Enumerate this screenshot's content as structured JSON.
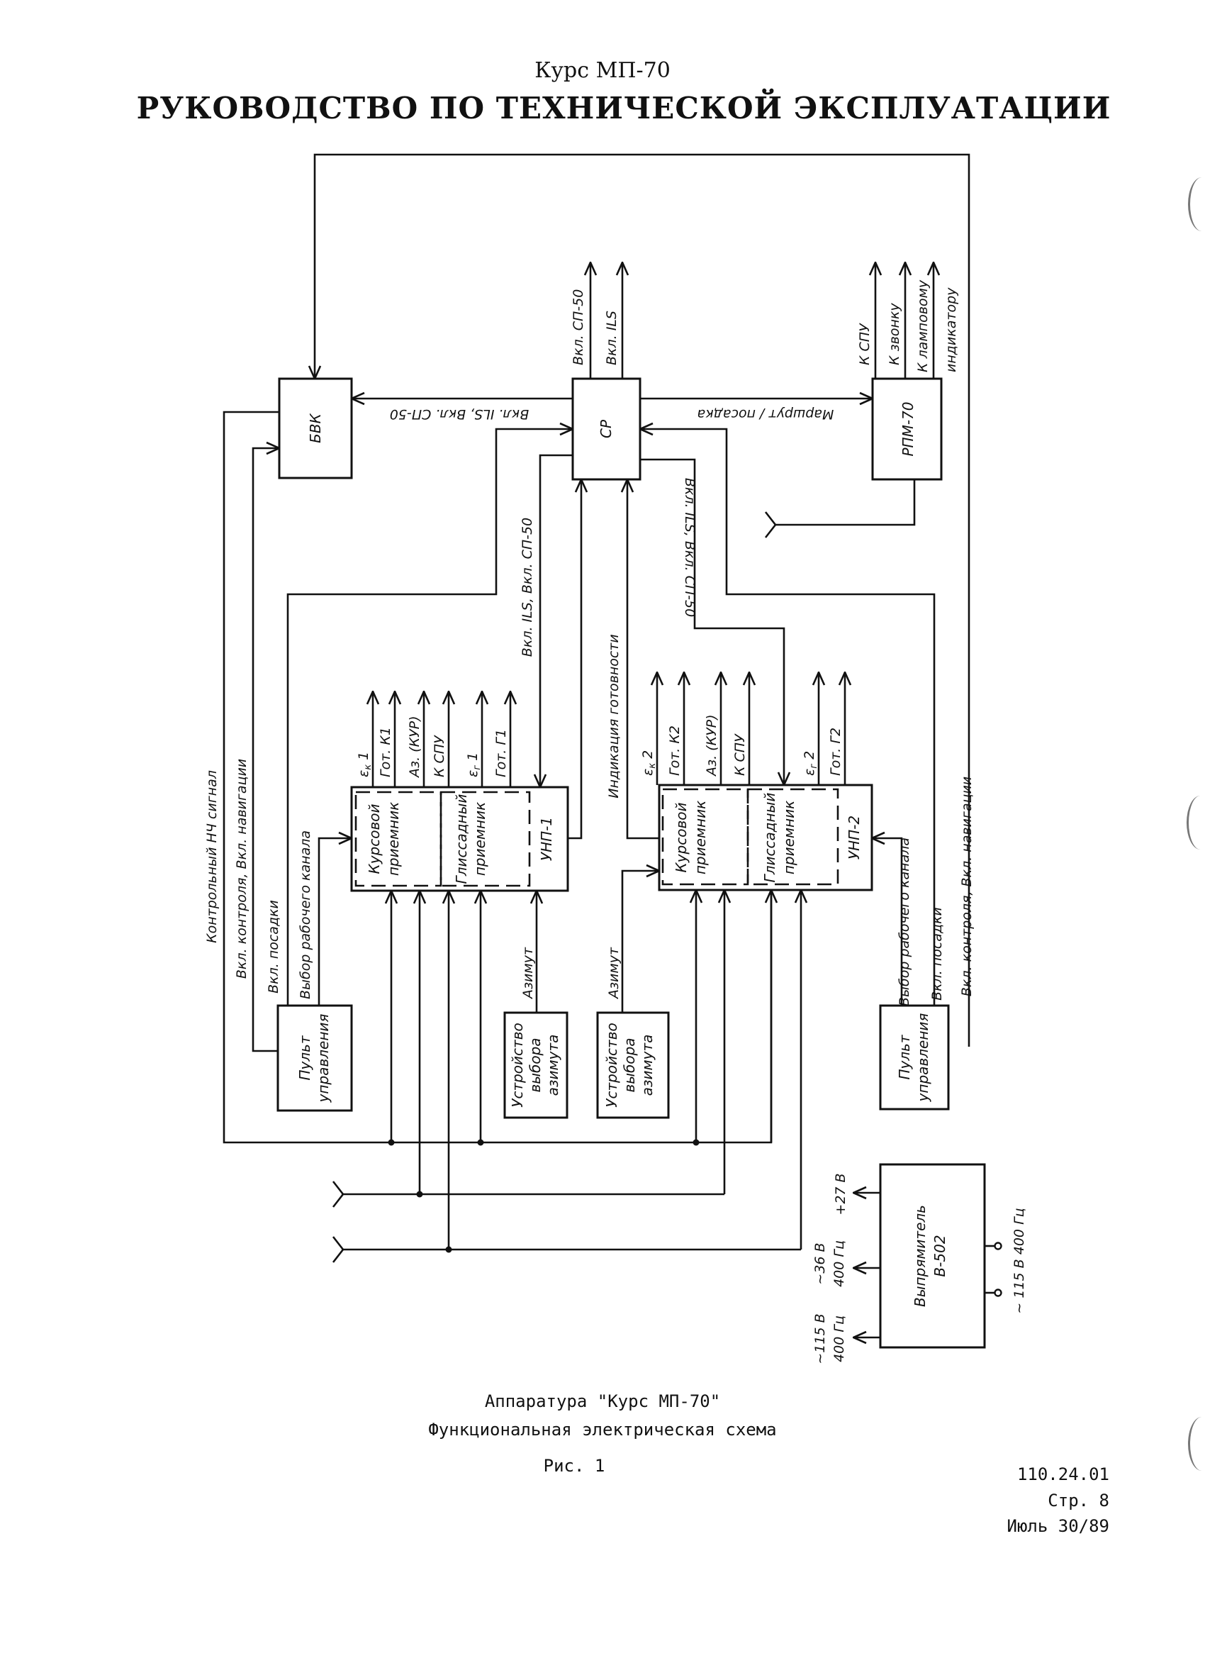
{
  "header": {
    "course": "Курс МП-70",
    "title": "РУКОВОДСТВО ПО ТЕХНИЧЕСКОЙ ЭКСПЛУАТАЦИИ"
  },
  "blocks": {
    "bvk": "БВК",
    "sr": "СР",
    "rpm": "РПМ-70",
    "unp1": {
      "name": "УНП-1",
      "course_rx": [
        "Курсовой",
        "приемник"
      ],
      "glide_rx": [
        "Глиссадный",
        "приемник"
      ]
    },
    "unp2": {
      "name": "УНП-2",
      "course_rx": [
        "Курсовой",
        "приемник"
      ],
      "glide_rx": [
        "Глиссадный",
        "приемник"
      ]
    },
    "panel_left": [
      "Пульт",
      "управления"
    ],
    "panel_right": [
      "Пульт",
      "управления"
    ],
    "azimuth_sel_left": [
      "Устройство",
      "выбора",
      "азимута"
    ],
    "azimuth_sel_right": [
      "Устройство",
      "выбора",
      "азимута"
    ],
    "rectifier": [
      "Выпрямитель",
      "В-502"
    ]
  },
  "signals": {
    "sr_out_sp50": "Вкл. СП-50",
    "sr_out_ils": "Вкл. ILS",
    "sr_to_bvk": "Вкл. ILS, Вкл. СП-50",
    "sr_to_rpm": "Маршрут / посадка",
    "rpm_spu": "К СПУ",
    "rpm_bell": "К звонку",
    "rpm_lamp": [
      "К ламповому",
      "индикатору"
    ],
    "left_ils_sp50": "Вкл. ILS, Вкл. СП-50",
    "right_ils_sp50": "Вкл. ILS, Вкл. СП-50",
    "ready_indication": "Индикация готовности",
    "ctrl_lf": "Контрольный НЧ сигнал",
    "left_ctrl_nav": "Вкл. контроля, Вкл. навигации",
    "left_landing": "Вкл. посадки",
    "left_channel": "Выбор рабочего канала",
    "right_channel": "Выбор рабочего канала",
    "right_landing": "Вкл. посадки",
    "right_ctrl_nav": "Вкл. контроля, Вкл. навигации",
    "azimuth_left": "Азимут",
    "azimuth_right": "Азимут",
    "unp1_out": {
      "ek": "ε",
      "ek_sub": "к",
      "ek_n": " 1",
      "gotk": "Гот. К1",
      "az": "Аз. (КУР)",
      "spu": "К СПУ",
      "eg": "ε",
      "eg_sub": "г",
      "eg_n": " 1",
      "gotg": "Гот. Г1"
    },
    "unp2_out": {
      "ek": "ε",
      "ek_sub": "к",
      "ek_n": " 2",
      "gotk": "Гот. К2",
      "az": "Аз. (КУР)",
      "spu": "К СПУ",
      "eg": "ε",
      "eg_sub": "г",
      "eg_n": " 2",
      "gotg": "Гот. Г2"
    },
    "v27": "+27 В",
    "v36": [
      "~36 В",
      "400 Гц"
    ],
    "v115_out": [
      "~115 В",
      "400 Гц"
    ],
    "v115_in": "~ 115 В 400 Гц"
  },
  "caption": {
    "line1": "Аппаратура \"Курс МП-70\"",
    "line2": "Функциональная электрическая схема",
    "fig": "Рис. 1"
  },
  "doc_ref": {
    "code": "110.24.01",
    "page": "Стр. 8",
    "date": "Июль 30/89"
  }
}
